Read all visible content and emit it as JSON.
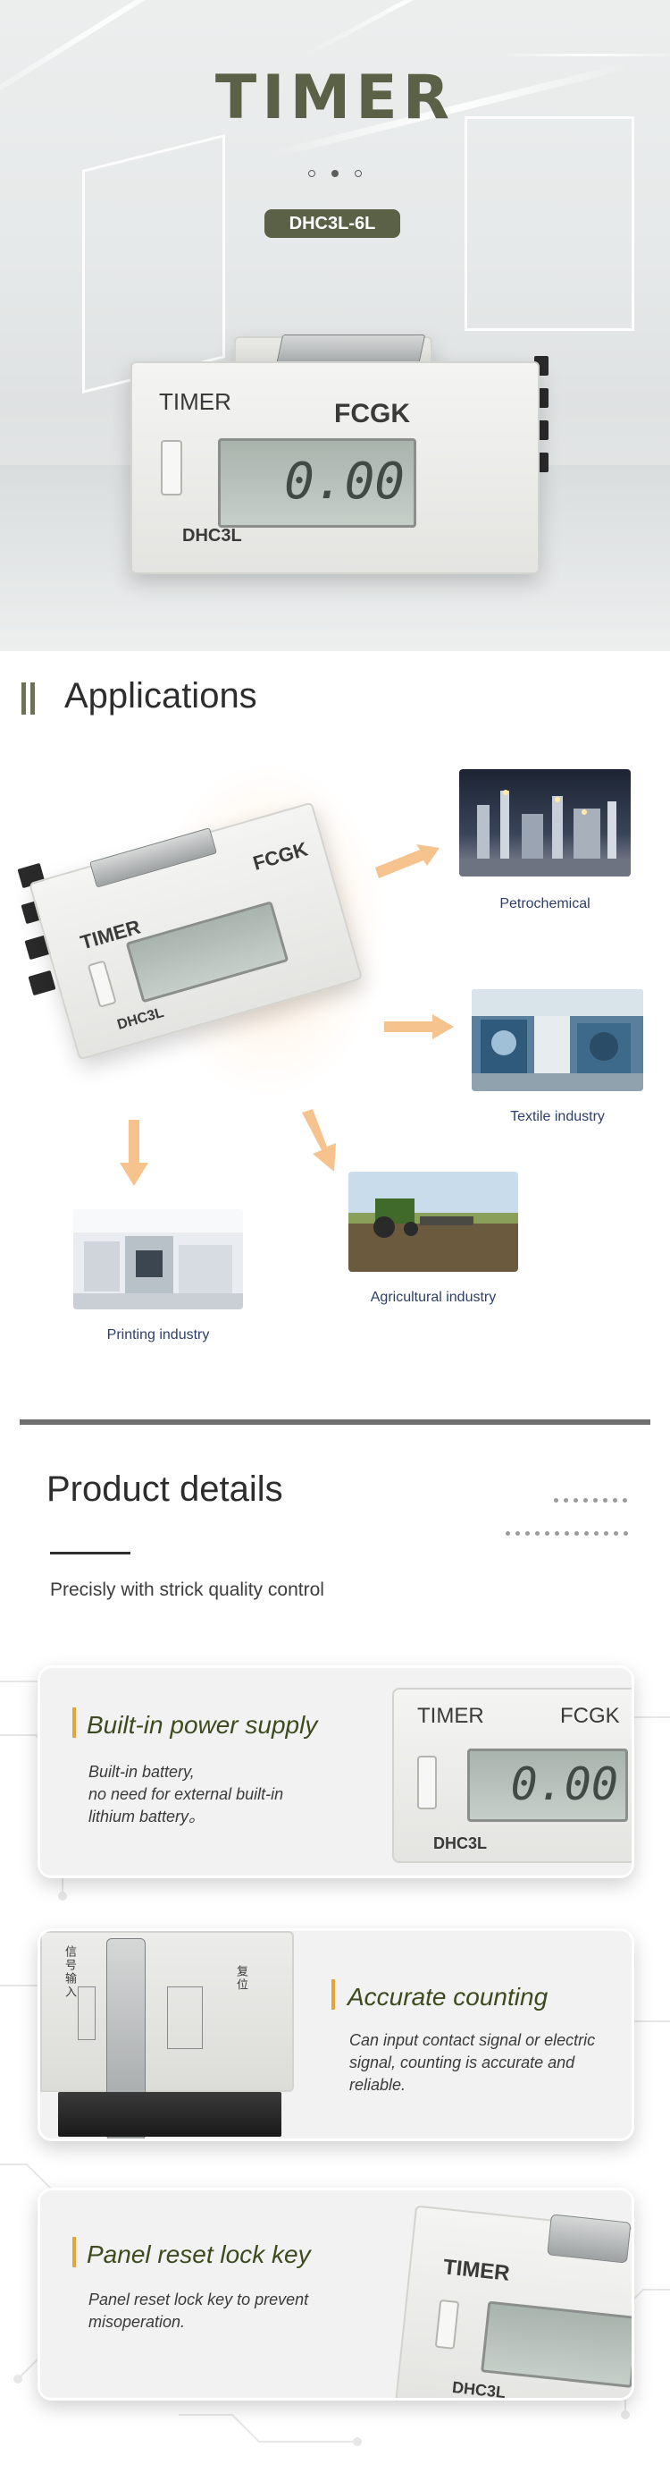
{
  "hero": {
    "title": "TIMER",
    "model_badge": "DHC3L-6L",
    "device": {
      "brand_left": "TIMER",
      "brand_right": "FCGK",
      "display": "0.00",
      "model": "DHC3L"
    }
  },
  "applications": {
    "title": "Applications",
    "device": {
      "brand_left": "TIMER",
      "brand_right": "FCGK",
      "model": "DHC3L"
    },
    "items": [
      {
        "label": "Petrochemical"
      },
      {
        "label": "Textile industry"
      },
      {
        "label": "Printing industry"
      },
      {
        "label": "Agricultural industry"
      }
    ],
    "accent_color": "#f5b77a"
  },
  "product_details": {
    "title": "Product details",
    "subtitle": "Precisly with strick quality control",
    "features": [
      {
        "title": "Built-in power supply",
        "desc_lines": [
          "Built-in battery,",
          "no need for external built-in",
          "lithium battery。"
        ],
        "device": {
          "brand_left": "TIMER",
          "brand_right": "FCGK",
          "display": "0.00",
          "model": "DHC3L"
        }
      },
      {
        "title": "Accurate counting",
        "desc_lines": [
          "Can input contact signal or electric",
          "signal, counting is accurate and",
          "reliable."
        ],
        "side_labels": [
          "信号输入",
          "复位"
        ]
      },
      {
        "title": "Panel reset lock key",
        "desc_lines": [
          "Panel reset lock key to prevent",
          "misoperation."
        ],
        "device": {
          "brand_left": "TIMER",
          "model": "DHC3L"
        }
      }
    ]
  },
  "colors": {
    "brand_olive": "#5b6147",
    "accent_gold": "#e0a63c",
    "caption_blue": "#2c3e6a"
  }
}
